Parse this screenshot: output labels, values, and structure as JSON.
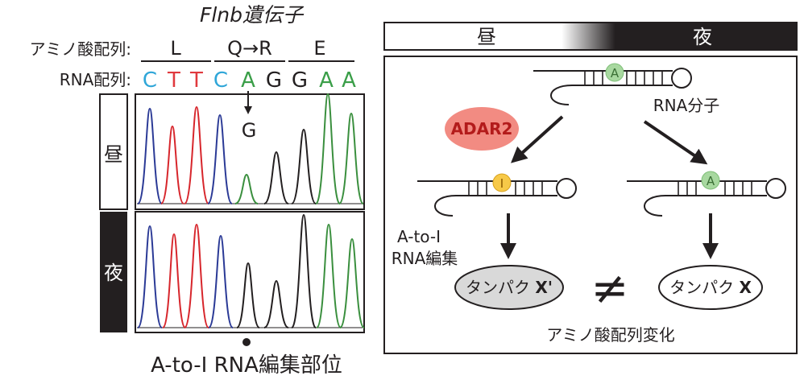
{
  "left_panel": {
    "gene_title": "Flnb遺伝子",
    "aa_label": "アミノ酸配列:",
    "rna_label": "RNA配列:",
    "codons": [
      {
        "aa": "L",
        "bases": [
          "C",
          "T",
          "T"
        ]
      },
      {
        "aa": "Q→R",
        "bases": [
          "C",
          "A",
          "G"
        ]
      },
      {
        "aa": "E",
        "bases": [
          "G",
          "A",
          "A"
        ]
      }
    ],
    "edited_base": "G",
    "row_day": "昼",
    "row_night": "夜",
    "site_caption": "A-to-I RNA編集部位"
  },
  "right_panel": {
    "day_label": "昼",
    "night_label": "夜",
    "rna_molecule_label": "RNA分子",
    "enzyme_label": "ADAR2",
    "base_top": "A",
    "base_left": "I",
    "base_right": "A",
    "editing_label_line1": "A-to-I",
    "editing_label_line2": "RNA編集",
    "protein_left_prefix": "タンパク ",
    "protein_left_suffix": "X'",
    "protein_right_prefix": "タンパク ",
    "protein_right_suffix": "X",
    "not_equal": "≠",
    "change_label": "アミノ酸配列変化"
  },
  "colors": {
    "C": "#2fa6d8",
    "T": "#e0393e",
    "A": "#3a9e48",
    "G": "#231f20",
    "trace_blue": "#2b3a96",
    "trace_red": "#d7262c",
    "trace_green": "#3a8f3e",
    "trace_black": "#231f20",
    "adar_fill": "#f28b82",
    "base_a_fill": "#a8d8a0",
    "base_i_fill": "#f7c948",
    "protein_left_fill": "#d9d9d9"
  }
}
